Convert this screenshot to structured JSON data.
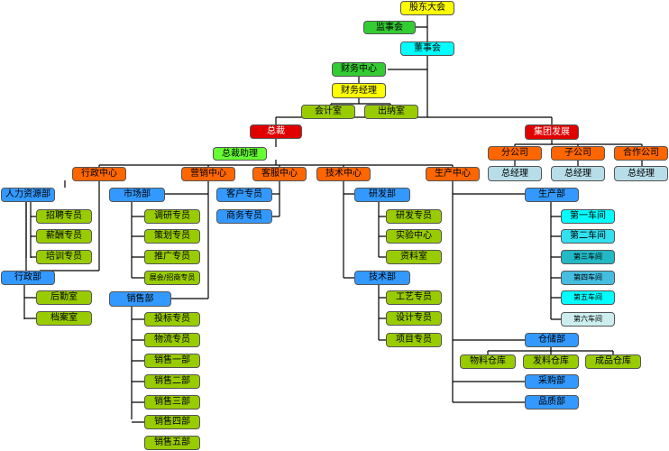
{
  "nodes": {
    "shareholders": "股东大会",
    "supervisory": "监事会",
    "board": "董事会",
    "finance_center": "财务中心",
    "finance_manager": "财务经理",
    "accounting": "会计室",
    "cashier": "出纳室",
    "president": "总裁",
    "group_dev": "集团发展",
    "branch_company": "分公司",
    "subsidiary": "子公司",
    "joint_venture": "合作公司",
    "gm": "总经理",
    "president_assistant": "总裁助理",
    "admin_center": "行政中心",
    "marketing_center": "营销中心",
    "service_center": "客服中心",
    "tech_center": "技术中心",
    "production_center": "生产中心",
    "hr_dept": "人力资源部",
    "recruit": "招聘专员",
    "salary": "薪酬专员",
    "training": "培训专员",
    "admin_dept": "行政部",
    "logistics": "后勤室",
    "archive": "档案室",
    "market_dept": "市场部",
    "research_spec": "调研专员",
    "planning_spec": "策划专员",
    "promo_spec": "推广专员",
    "exhibit_spec": "展会/招商专员",
    "sales_dept": "销售部",
    "bid_spec": "投标专员",
    "logistics_spec": "物流专员",
    "sales_1": "销售一部",
    "sales_2": "销售二部",
    "sales_3": "销售三部",
    "sales_4": "销售四部",
    "sales_5": "销售五部",
    "customer_spec": "客户专员",
    "business_spec": "商务专员",
    "rd_dept": "研发部",
    "rd_spec": "研发专员",
    "lab": "实验中心",
    "data_room": "资料室",
    "tech_dept": "技术部",
    "process_spec": "工艺专员",
    "design_spec": "设计专员",
    "project_spec": "项目专员",
    "production_dept": "生产部",
    "workshop_1": "第一车间",
    "workshop_2": "第二车间",
    "workshop_3": "第三车间",
    "workshop_4": "第四车间",
    "workshop_5": "第五车间",
    "workshop_6": "第六车间",
    "warehouse_dept": "仓储部",
    "material_store": "物料仓库",
    "shipping_store": "发料仓库",
    "product_store": "成品仓库",
    "purchase_dept": "采购部",
    "quality_dept": "品质部"
  },
  "colors": {
    "yellow": "#ffff00",
    "green": "#33cc33",
    "cyan": "#00ffff",
    "lime": "#99cc00",
    "red": "#e00000",
    "orange": "#ff6600",
    "light_green": "#66ff33",
    "blue": "#3399ff",
    "light_blue": "#b7dde8",
    "line": "#000000"
  }
}
